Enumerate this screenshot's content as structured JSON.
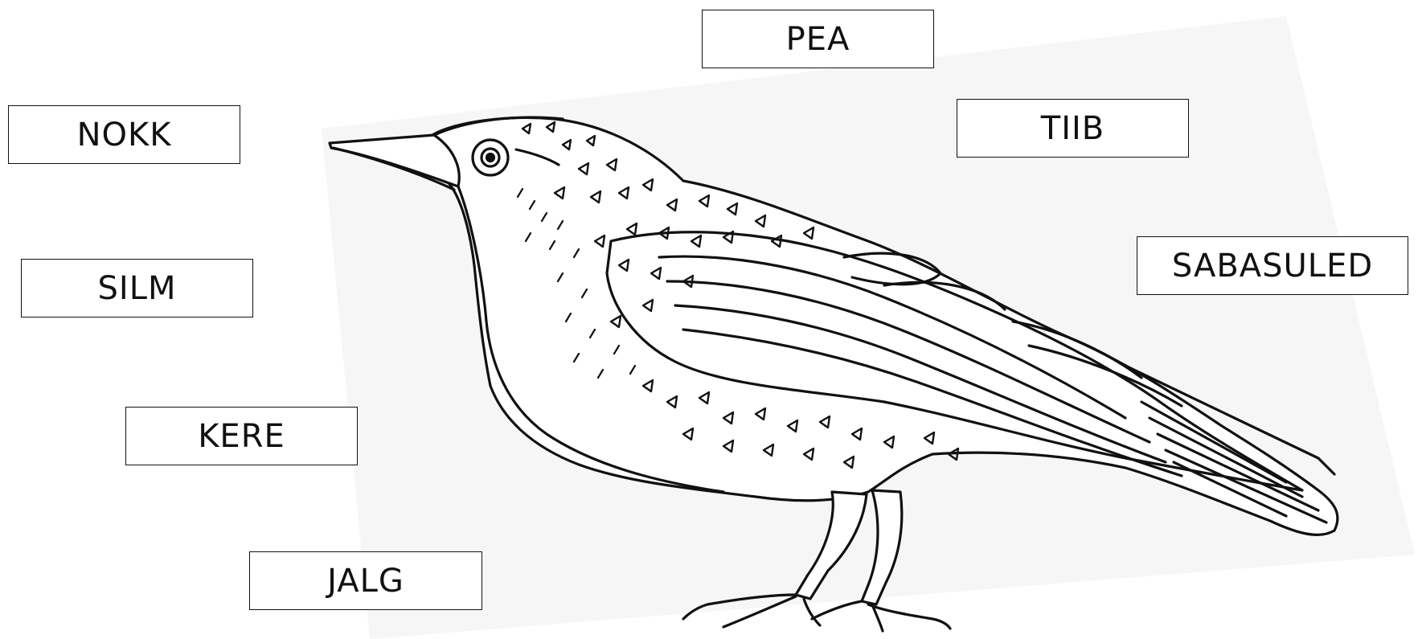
{
  "labels": {
    "pea": "PEA",
    "tiib": "TIIB",
    "nokk": "NOKK",
    "sabasuled": "SABASULED",
    "silm": "SILM",
    "kere": "KERE",
    "jalg": "JALG"
  },
  "colors": {
    "ink": "#111111",
    "paper": "#ffffff",
    "shadow": "#f4f4f4"
  }
}
